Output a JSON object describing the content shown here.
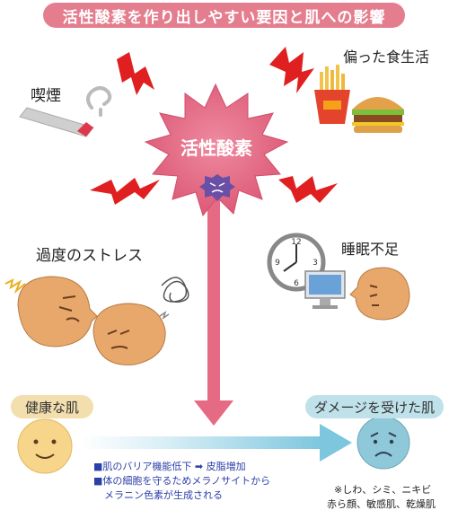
{
  "title": "活性酸素を作り出しやすい要因と肌への影響",
  "center_label": "活性酸素",
  "factors": {
    "smoking": "喫煙",
    "diet": "偏った食生活",
    "stress": "過度のストレス",
    "sleep": "睡眠不足"
  },
  "healthy_label": "健康な肌",
  "damaged_label": "ダメージを受けた肌",
  "effects": {
    "line1_prefix": "■肌のバリア機能低下",
    "line1_arrow": "➡",
    "line1_suffix": "皮脂増加",
    "line2": "■体の細胞を守るためメラノサイトから",
    "line3": "メラニン色素が生成される"
  },
  "symptoms": {
    "line1": "※しわ、シミ、ニキビ",
    "line2": "赤ら顔、敏感肌、乾燥肌"
  },
  "clock_numbers": [
    "12",
    "3",
    "6",
    "9"
  ],
  "colors": {
    "title_bg": "#e47e8f",
    "burst": "#e56a84",
    "lightning": "#e02020",
    "arrow_down": "#e56a84",
    "skin": "#e8a86c",
    "healthy_face": "#f7d58a",
    "damaged_face": "#8fc8d8",
    "pill_healthy": "#f3dfae",
    "pill_damaged": "#bfe1ea",
    "effect_text": "#2b3fa8"
  }
}
